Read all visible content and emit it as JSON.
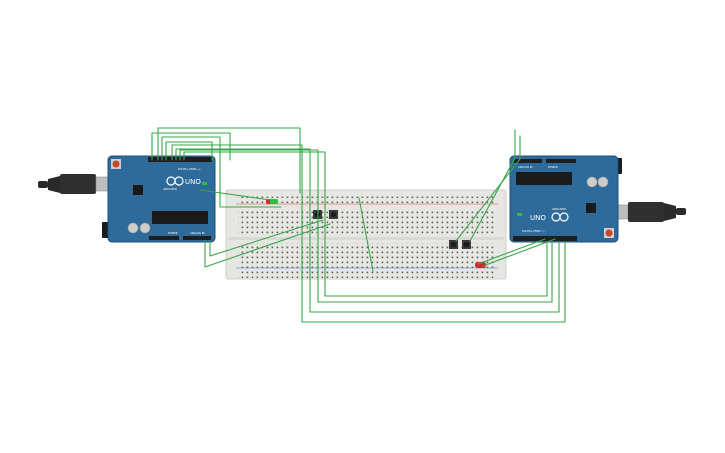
{
  "boards": [
    {
      "id": "left",
      "model_label": "UNO",
      "brand_label": "ARDUINO",
      "top_header_label": "DIGITAL (PWM ~)",
      "bottom_header_labels": [
        "POWER",
        "ANALOG IN"
      ]
    },
    {
      "id": "right",
      "model_label": "UNO",
      "brand_label": "ARDUINO",
      "top_header_label": "DIGITAL (PWM ~)",
      "bottom_header_labels": [
        "POWER",
        "ANALOG IN"
      ]
    }
  ],
  "colors": {
    "board": "#2f6b9a",
    "board_dark": "#1f4f78",
    "breadboard": "#e8e8e6",
    "wire": "#3aa64a",
    "led_red": "#d22a2a",
    "led_green": "#2fbf3a",
    "usb_plug": "#2a2a2a",
    "reset_button": "#c8462f"
  },
  "components": {
    "leds": [
      {
        "color": "green"
      },
      {
        "color": "red"
      }
    ],
    "pushbuttons": 4
  }
}
